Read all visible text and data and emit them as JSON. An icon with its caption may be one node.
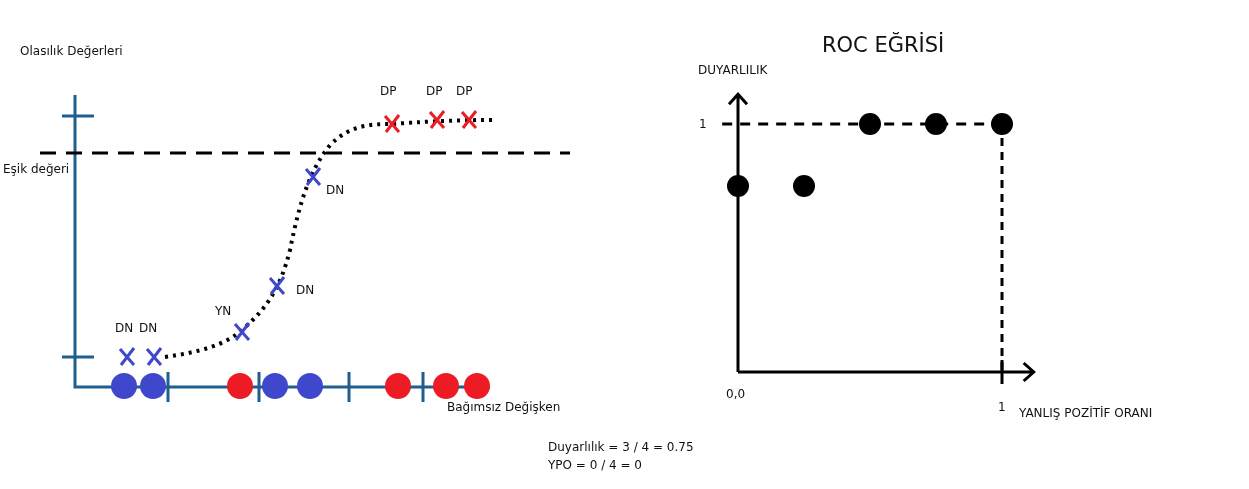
{
  "diagram": {
    "labels": [
      "Olasılık Değerleri",
      "DP",
      "DP",
      "DP",
      "Eşik değeri",
      "DN",
      "DN",
      "YN",
      "DN",
      "DN",
      "Bağımsız Değişken",
      "Duyarlılık = 3 / 4 = 0.75",
      "YPO = 0 / 4 = 0",
      "ROC EĞRİSİ",
      "DUYARLILIK",
      "1",
      "0,0",
      "1",
      "YANLIŞ POZİTİF ORANI"
    ]
  }
}
